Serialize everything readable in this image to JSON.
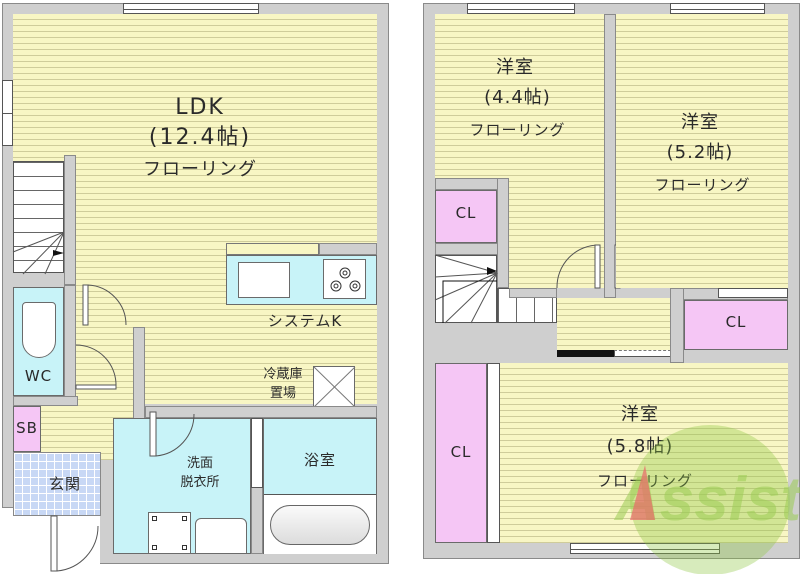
{
  "plan": {
    "floor1": {
      "ldk": {
        "name": "LDK",
        "size": "(12.4帖)",
        "flooring": "フローリング"
      },
      "kitchen": {
        "name": "システムK"
      },
      "fridge": {
        "line1": "冷蔵庫",
        "line2": "置場"
      },
      "wc": {
        "name": "WC"
      },
      "shoebox": {
        "name": "SB"
      },
      "entrance": {
        "name": "玄関"
      },
      "washroom": {
        "line1": "洗面",
        "line2": "脱衣所"
      },
      "bathroom": {
        "name": "浴室"
      }
    },
    "floor2": {
      "room_a": {
        "name": "洋室",
        "size": "(4.4帖)",
        "flooring": "フローリング"
      },
      "room_b": {
        "name": "洋室",
        "size": "(5.2帖)",
        "flooring": "フローリング"
      },
      "room_c": {
        "name": "洋室",
        "size": "(5.8帖)",
        "flooring": "フローリング"
      },
      "closet_a": {
        "name": "CL"
      },
      "closet_b": {
        "name": "CL"
      },
      "closet_c": {
        "name": "CL"
      }
    },
    "watermark": {
      "text": "Assist",
      "color": "#8cc63f",
      "accent": "#e86a6a"
    },
    "colors": {
      "floor": "#f8f6c4",
      "wet_area": "#c8f3f8",
      "closet": "#f5c6f5",
      "entrance_tile": "#c8d8f5",
      "wall": "#cfcfcf"
    }
  }
}
